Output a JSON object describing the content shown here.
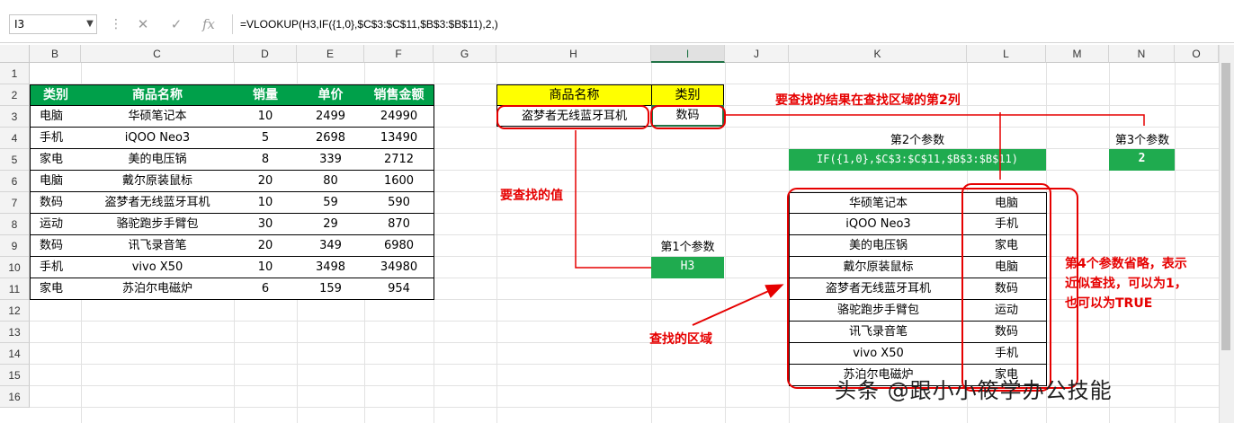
{
  "formula_bar": {
    "cell_ref": "I3",
    "cancel_icon": "✕",
    "enter_icon": "✓",
    "fx_icon": "fx",
    "formula": "=VLOOKUP(H3,IF({1,0},$C$3:$C$11,$B$3:$B$11),2,)"
  },
  "columns": [
    "B",
    "C",
    "D",
    "E",
    "F",
    "G",
    "H",
    "I",
    "J",
    "K",
    "L",
    "M",
    "N",
    "O"
  ],
  "rows": [
    "1",
    "2",
    "3",
    "4",
    "5",
    "6",
    "7",
    "8",
    "9",
    "10",
    "11",
    "12",
    "13",
    "14",
    "15",
    "16"
  ],
  "source_table": {
    "headers": [
      "类别",
      "商品名称",
      "销量",
      "单价",
      "销售金额"
    ],
    "rows": [
      [
        "电脑",
        "华硕笔记本",
        "10",
        "2499",
        "24990"
      ],
      [
        "手机",
        "iQOO Neo3",
        "5",
        "2698",
        "13490"
      ],
      [
        "家电",
        "美的电压锅",
        "8",
        "339",
        "2712"
      ],
      [
        "电脑",
        "戴尔原装鼠标",
        "20",
        "80",
        "1600"
      ],
      [
        "数码",
        "盗梦者无线蓝牙耳机",
        "10",
        "59",
        "590"
      ],
      [
        "运动",
        "骆驼跑步手臂包",
        "30",
        "29",
        "870"
      ],
      [
        "数码",
        "讯飞录音笔",
        "20",
        "349",
        "6980"
      ],
      [
        "手机",
        "vivo X50",
        "10",
        "3498",
        "34980"
      ],
      [
        "家电",
        "苏泊尔电磁炉",
        "6",
        "159",
        "954"
      ]
    ]
  },
  "lookup": {
    "header_name": "商品名称",
    "header_type": "类别",
    "value_name": "盗梦者无线蓝牙耳机",
    "value_type": "数码"
  },
  "params": {
    "p1_label": "第1个参数",
    "p1_value": "H3",
    "p2_label": "第2个参数",
    "p2_value": "IF({1,0},$C$3:$C$11,$B$3:$B$11)",
    "p3_label": "第3个参数",
    "p3_value": "2"
  },
  "swapped_table": [
    [
      "华硕笔记本",
      "电脑"
    ],
    [
      "iQOO Neo3",
      "手机"
    ],
    [
      "美的电压锅",
      "家电"
    ],
    [
      "戴尔原装鼠标",
      "电脑"
    ],
    [
      "盗梦者无线蓝牙耳机",
      "数码"
    ],
    [
      "骆驼跑步手臂包",
      "运动"
    ],
    [
      "讯飞录音笔",
      "数码"
    ],
    [
      "vivo X50",
      "手机"
    ],
    [
      "苏泊尔电磁炉",
      "家电"
    ]
  ],
  "annotations": {
    "result_col": "要查找的结果在查找区域的第2列",
    "lookup_value": "要查找的值",
    "lookup_range": "查找的区域",
    "p4_line1": "第4个参数省略，表示",
    "p4_line2": "近似查找，可以为1，",
    "p4_line3": "也可以为TRUE"
  },
  "watermark": "头条 @跟小小筱学办公技能",
  "colors": {
    "header_green": "#00a04a",
    "param_green": "#1fab4f",
    "highlight_yellow": "#ffff00",
    "annotation_red": "#e60000"
  }
}
